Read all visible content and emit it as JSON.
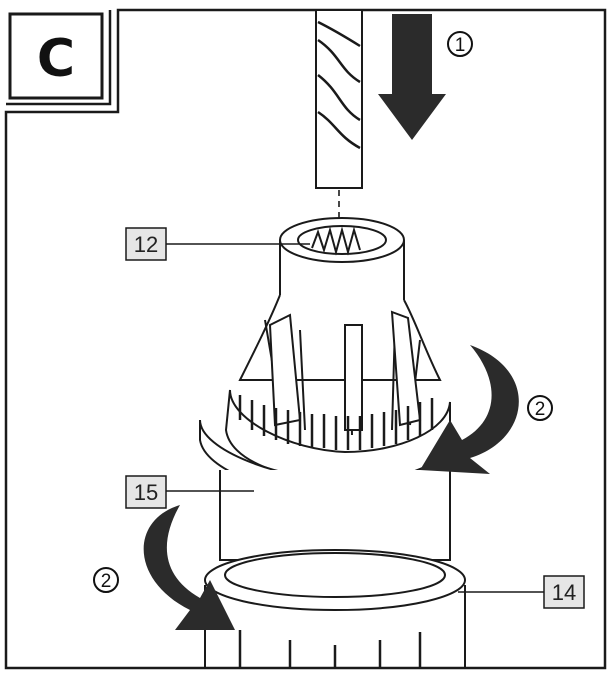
{
  "panel": {
    "letter": "C"
  },
  "callouts": [
    {
      "id": "12",
      "text": "12"
    },
    {
      "id": "15",
      "text": "15"
    },
    {
      "id": "14",
      "text": "14"
    }
  ],
  "steps": [
    {
      "id": "step-1",
      "text": "1"
    },
    {
      "id": "step-2a",
      "text": "2"
    },
    {
      "id": "step-2b",
      "text": "2"
    }
  ],
  "colors": {
    "line": "#1a1a1a",
    "arrow": "#2b2b2b",
    "label_fill": "#e6e6e6",
    "background": "#ffffff"
  }
}
